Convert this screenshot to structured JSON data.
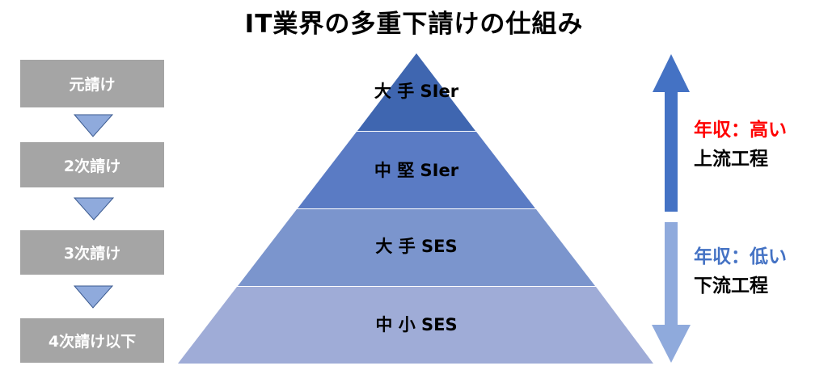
{
  "title": "IT業界の多重下請けの仕組み",
  "levels": [
    "元請け",
    "2次請け",
    "3次請け",
    "4次請け以下"
  ],
  "pyramid": {
    "tiers": [
      {
        "label": "大 手 SIer",
        "color": "#3f66b0"
      },
      {
        "label": "中 堅 SIer",
        "color": "#5a7bc4"
      },
      {
        "label": "大 手 SES",
        "color": "#7b95cd"
      },
      {
        "label": "中 小 SES",
        "color": "#9facd7"
      }
    ]
  },
  "upper": {
    "income": "年収：高い",
    "process": "上流工程",
    "income_color": "#ff0000",
    "arrow_color": "#4472c4"
  },
  "lower": {
    "income": "年収：低い",
    "process": "下流工程",
    "income_color": "#4472c4",
    "arrow_color": "#8faadc"
  }
}
